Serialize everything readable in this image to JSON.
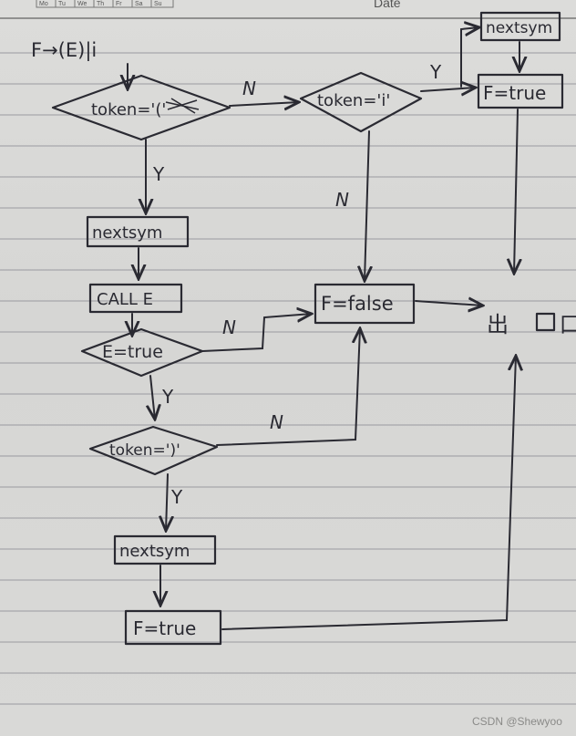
{
  "header": {
    "days": [
      "Mo",
      "Tu",
      "We",
      "Th",
      "Fr",
      "Sa",
      "Su"
    ],
    "date_label": "Date"
  },
  "flowchart": {
    "production": "F→(E)|i",
    "nodes": {
      "d_token_paren": "token='('",
      "d_token_i": "token='i'",
      "p_nextsym_top": "nextsym",
      "p_f_true_top": "F=true",
      "p_nextsym_1": "nextsym",
      "p_call_e": "CALL E",
      "d_e_true": "E=true",
      "p_f_false": "F=false",
      "d_token_close": "token=')'",
      "p_nextsym_2": "nextsym",
      "p_f_true_bottom": "F=true",
      "exit": "出 口"
    },
    "edge_labels": {
      "yes": "Y",
      "no": "N"
    }
  },
  "watermark": "CSDN @Shewyoo"
}
